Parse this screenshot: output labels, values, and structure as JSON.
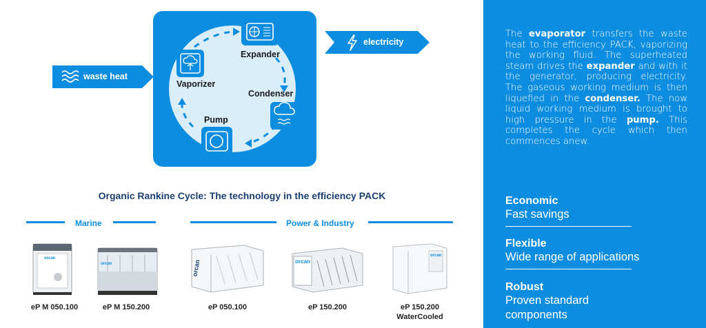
{
  "diagram": {
    "input_label": "waste heat",
    "output_label": "electricity",
    "stages": {
      "expander": "Expander",
      "condenser": "Condenser",
      "pump": "Pump",
      "vaporizer": "Vaporizer"
    },
    "caption": "Organic Rankine Cycle: The technology in the efficiency PACK"
  },
  "description": {
    "p1": "The ",
    "evaporator": "evaporator",
    "p2": " transfers the waste heat to the efficiency PACK, vaporizing the working fluid. The superheated steam drives the ",
    "expander": "expander",
    "p3": " and with it the generator, producing electricity. The gaseous working medium is then liquefied in the ",
    "condenser": "condenser.",
    "p4": " The now liquid working medium is brought to high pressure in the ",
    "pump": "pump.",
    "p5": " This completes the cycle which then commences anew."
  },
  "features": [
    {
      "title": "Economic",
      "text": "Fast savings"
    },
    {
      "title": "Flexible",
      "text": "Wide range of applications"
    },
    {
      "title": "Robust",
      "text": "Proven standard components"
    }
  ],
  "sections": {
    "marine": "Marine",
    "power": "Power & Industry"
  },
  "products": [
    {
      "name": "eP M 050.100"
    },
    {
      "name": "eP M 150.200"
    },
    {
      "name": "eP 050.100"
    },
    {
      "name": "eP 150.200"
    },
    {
      "name": "eP 150.200",
      "sub": "WaterCooled"
    }
  ],
  "brand": "orcan",
  "colors": {
    "accent": "#0d8de0",
    "caption": "#1b3e70"
  }
}
